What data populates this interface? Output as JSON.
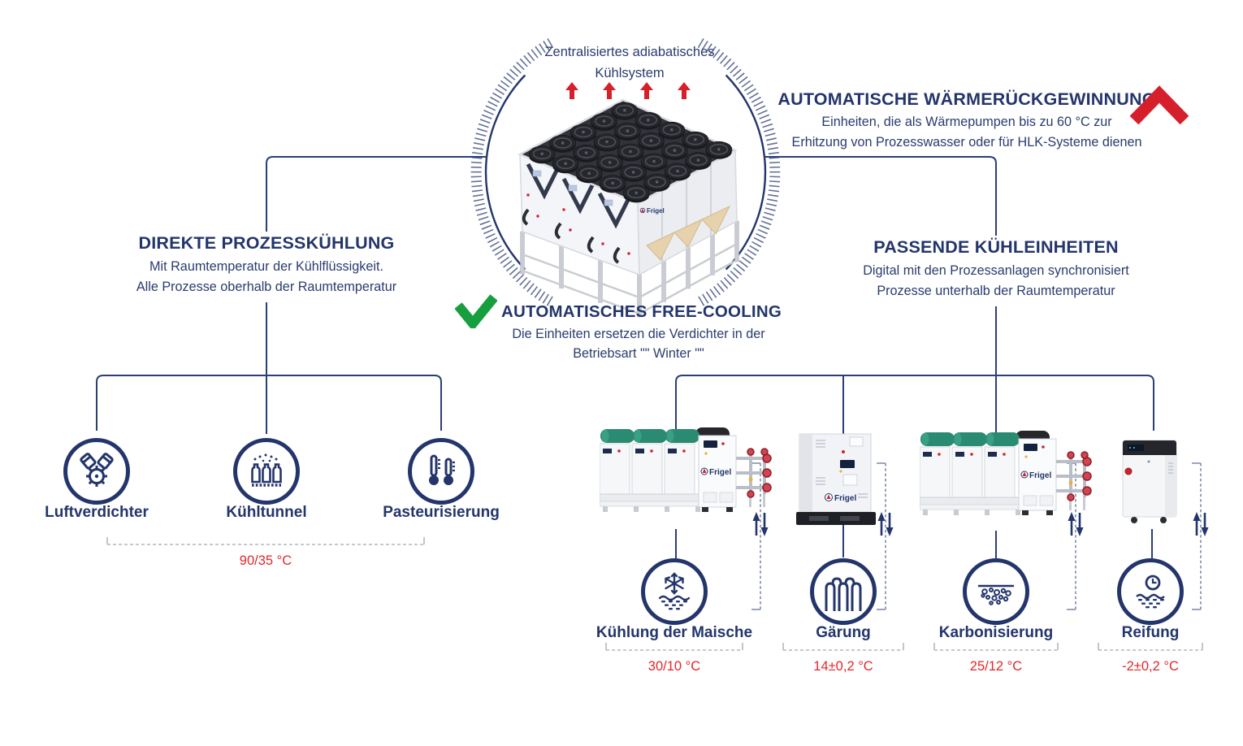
{
  "colors": {
    "navy": "#23356b",
    "line_navy": "#2b3f74",
    "arrow_red": "#d5202c",
    "temp_red": "#e2262b",
    "check_green": "#179e3f",
    "bracket_grey": "#bdc0c6",
    "compressor_teal": "#2b8a72",
    "hopper_beige": "#e6d2ac"
  },
  "central_system": {
    "label_line1": "Zentralisiertes adiabatisches",
    "label_line2": "Kühlsystem",
    "icon": "adiabatic-cooler-image"
  },
  "heat_recovery": {
    "title": "AUTOMATISCHE WÄRMERÜCKGEWINNUNG",
    "desc_line1": "Einheiten, die als Wärmepumpen bis zu 60 °C zur",
    "desc_line2": "Erhitzung von Prozesswasser oder für HLK-Systeme dienen",
    "icon": "chevron-up-icon"
  },
  "free_cooling": {
    "title": "AUTOMATISCHES FREE-COOLING",
    "desc_line1": "Die Einheiten ersetzen die Verdichter in der",
    "desc_line2": "Betriebsart \"\" Winter \"\"",
    "icon": "check-icon"
  },
  "direct_process_cooling": {
    "title": "DIREKTE PROZESSKÜHLUNG",
    "desc_line1": "Mit Raumtemperatur der Kühlflüssigkeit.",
    "desc_line2": "Alle Prozesse oberhalb der Raumtemperatur",
    "temp_range": "90/35 °C",
    "processes": [
      {
        "label": "Luftverdichter",
        "icon": "air-compressor-icon"
      },
      {
        "label": "Kühltunnel",
        "icon": "cooling-tunnel-icon"
      },
      {
        "label": "Pasteurisierung",
        "icon": "pasteurization-icon"
      }
    ]
  },
  "matched_cooling_units": {
    "title": "PASSENDE KÜHLEINHEITEN",
    "desc_line1": "Digital mit den Prozessanlagen synchronisiert",
    "desc_line2": "Prozesse unterhalb der Raumtemperatur",
    "brand": "Frigel",
    "processes": [
      {
        "label": "Kühlung der Maische",
        "temp": "30/10 °C",
        "icon": "mash-cooling-icon"
      },
      {
        "label": "Gärung",
        "temp": "14±0,2 °C",
        "icon": "fermentation-icon"
      },
      {
        "label": "Karbonisierung",
        "temp": "25/12 °C",
        "icon": "carbonation-icon"
      },
      {
        "label": "Reifung",
        "temp": "-2±0,2 °C",
        "icon": "maturation-icon"
      }
    ]
  }
}
